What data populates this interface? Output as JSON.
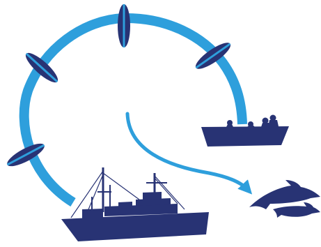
{
  "diagram": {
    "type": "bycatch-illustration",
    "colors": {
      "arc": "#2e9fdc",
      "silhouette": "#283374",
      "background": "#ffffff"
    },
    "elements": {
      "buoys": 4,
      "small_boat_crew": 4,
      "dolphins": 2
    }
  }
}
